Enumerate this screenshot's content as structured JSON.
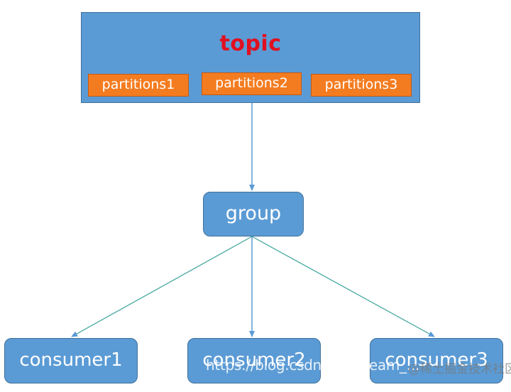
{
  "diagram": {
    "topic": {
      "title": "topic",
      "partitions": [
        "partitions1",
        "partitions2",
        "partitions3"
      ]
    },
    "group": {
      "label": "group"
    },
    "consumers": [
      "consumer1",
      "consumer2",
      "consumer3"
    ],
    "watermark": {
      "url": "https://blog.csdn.net/Dream_...",
      "handle": "@稀土掘金技术社区"
    },
    "colors": {
      "node_fill": "#5b9bd5",
      "node_border": "#41719c",
      "partition_fill": "#f47c20",
      "title_text": "#e01020",
      "edge": "#5b9bd5"
    }
  }
}
